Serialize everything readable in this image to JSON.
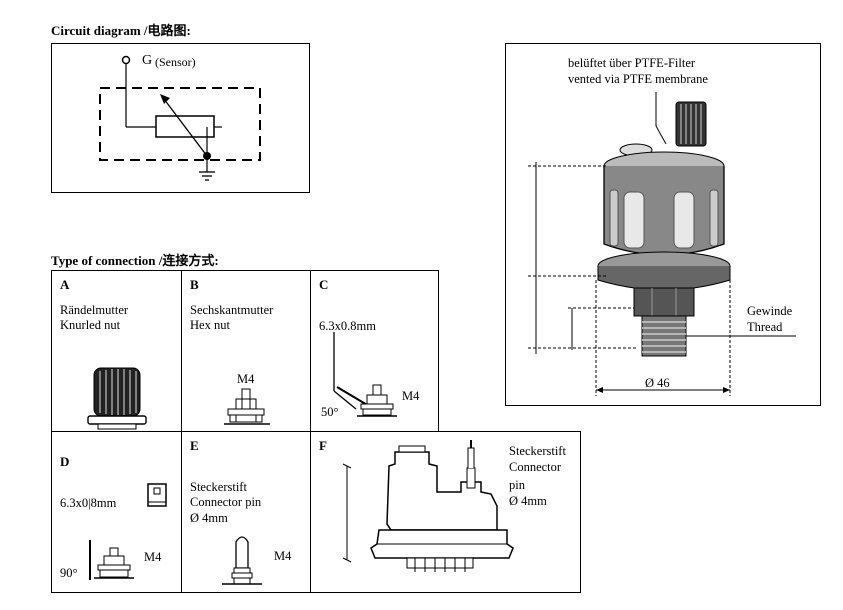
{
  "circuit": {
    "heading": "Circuit diagram /电路图:",
    "g_label": "G",
    "sensor_label": "(Sensor)"
  },
  "connection": {
    "heading": "Type of connection /连接方式:",
    "A": {
      "letter": "A",
      "line1": "Rändelmutter",
      "line2": "Knurled nut"
    },
    "B": {
      "letter": "B",
      "line1": "Sechskantmutter",
      "line2": "Hex nut",
      "m4": "M4"
    },
    "C": {
      "letter": "C",
      "dim": "6.3x0.8mm",
      "m4": "M4",
      "angle": "50°"
    },
    "D": {
      "letter": "D",
      "dim": "6.3x0|8mm",
      "m4": "M4",
      "angle": "90°"
    },
    "E": {
      "letter": "E",
      "line1": "Steckerstift",
      "line2": "Connector pin",
      "line3": "Ø 4mm",
      "m4": "M4"
    },
    "F": {
      "letter": "F",
      "line1": "Steckerstift",
      "line2": "Connector",
      "line3": "pin",
      "line4": "Ø 4mm"
    }
  },
  "sensor": {
    "filter_de": "belüftet über PTFE-Filter",
    "filter_en": "vented via PTFE membrane",
    "thread_de": "Gewinde",
    "thread_en": "Thread",
    "diameter": "Ø 46"
  }
}
